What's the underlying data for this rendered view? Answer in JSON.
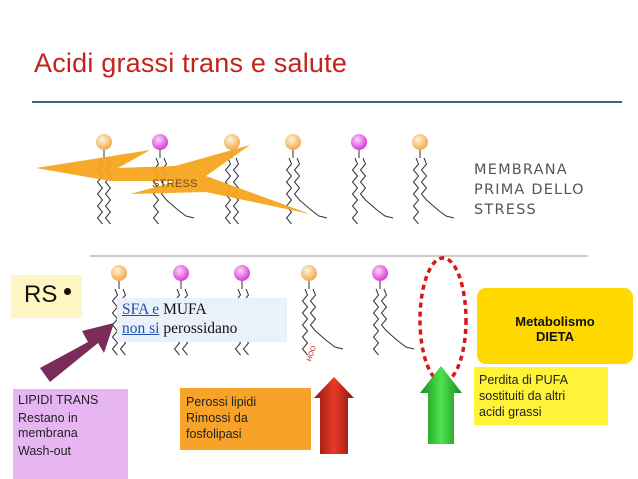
{
  "slide": {
    "title": "Acidi grassi trans e salute",
    "membrane_label": [
      "MEMBRANA",
      "PRIMA DELLO",
      "STRESS"
    ],
    "stress_word": "STRESS",
    "rs_label": "RS",
    "sfa_box": {
      "line1_link": "SFA e",
      "line1_rest": " MUFA",
      "line2_link": "non si",
      "line2_rest": " perossidano"
    },
    "metabolismo_box": [
      "Metabolismo",
      "DIETA"
    ],
    "lipidi_box": [
      "LIPIDI TRANS",
      "Restano in membrana",
      "Wash-out"
    ],
    "perossi_box": [
      "Perossi lipidi",
      "Rimossi da",
      "fosfolipasi"
    ],
    "perdita_box": [
      "Perdita di PUFA",
      "sostituiti da altri",
      "acidi grassi"
    ],
    "hoo_label": "HOO",
    "colors": {
      "title": "#c0241a",
      "rule": "#3f5f8f",
      "head_orange": "#f6c07a",
      "head_magenta": "#e85ce8",
      "stress_bolt": "#f7a51e",
      "arrow_purple": "#7b2b5a",
      "arrow_red": "#d22a1e",
      "arrow_green": "#2fc42f",
      "dashed_ellipse": "#d81818"
    }
  }
}
